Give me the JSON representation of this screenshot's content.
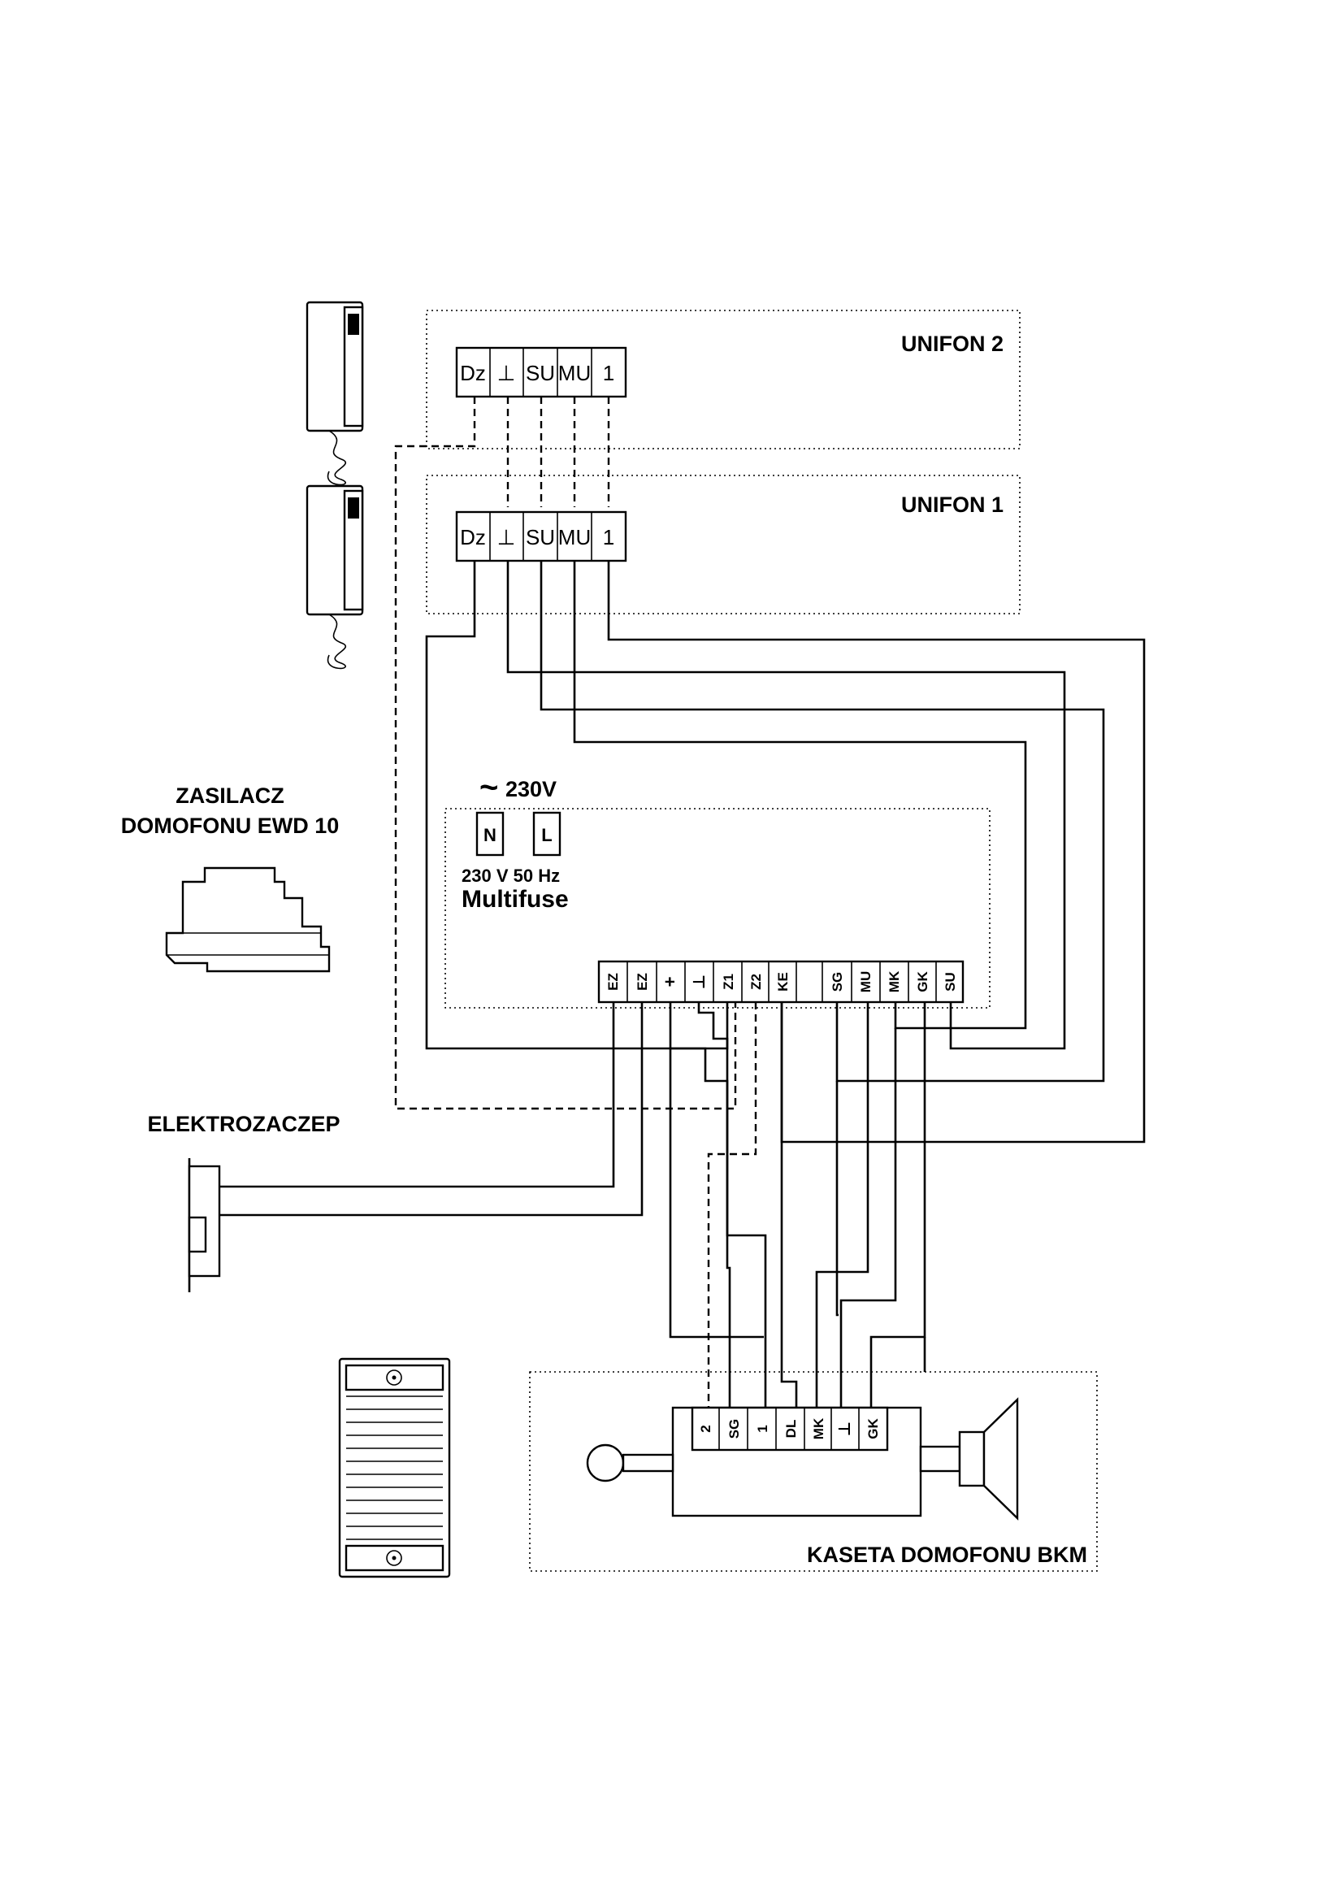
{
  "unifon2": {
    "title": "UNIFON 2",
    "terminals": [
      "Dz",
      "⊥",
      "SU",
      "MU",
      "1"
    ]
  },
  "unifon1": {
    "title": "UNIFON 1",
    "terminals": [
      "Dz",
      "⊥",
      "SU",
      "MU",
      "1"
    ]
  },
  "power_supply": {
    "title_line1": "ZASILACZ",
    "title_line2": "DOMOFONU EWD 10",
    "mains_symbol": "~",
    "mains_label": "230V",
    "input_terminals": [
      "N",
      "L"
    ],
    "rating": "230 V 50 Hz",
    "fuse": "Multifuse",
    "output_terminals": [
      "EZ",
      "EZ",
      "+",
      "⊥",
      "Z1",
      "Z2",
      "KE",
      "",
      "SG",
      "MU",
      "MK",
      "GK",
      "SU"
    ]
  },
  "door_strike": {
    "title": "ELEKTROZACZEP"
  },
  "door_panel": {
    "title": "KASETA DOMOFONU BKM",
    "terminals": [
      "2",
      "SG",
      "1",
      "DL",
      "MK",
      "⊥",
      "GK"
    ]
  }
}
